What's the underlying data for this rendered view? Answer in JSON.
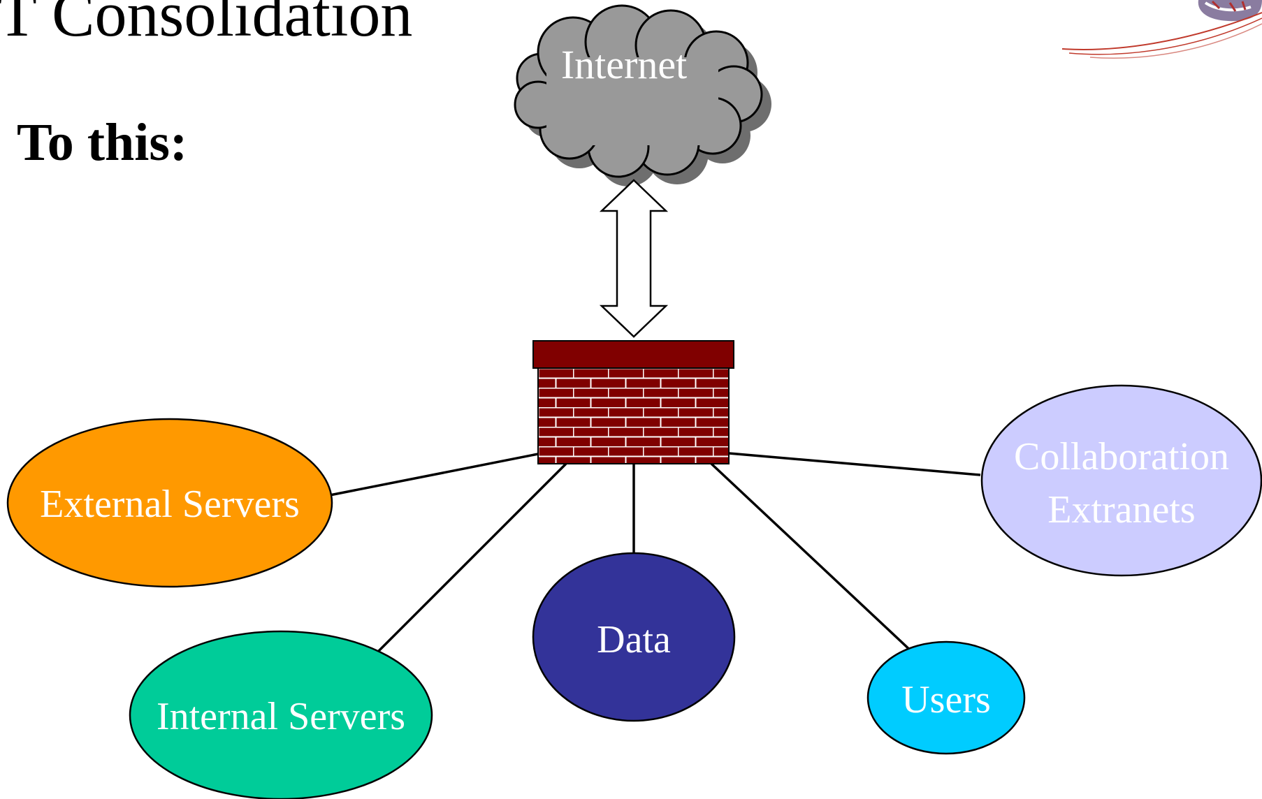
{
  "slide": {
    "title": "IT Consolidation",
    "subtitle": "To this:"
  },
  "diagram": {
    "internet": {
      "label": "Internet",
      "fill": "#999999"
    },
    "firewall": {
      "brick_color": "#800000",
      "mortar_color": "#ffffff"
    },
    "nodes": [
      {
        "id": "external-servers",
        "lines": [
          "External Servers"
        ],
        "fill": "#ff9900"
      },
      {
        "id": "internal-servers",
        "lines": [
          "Internal Servers"
        ],
        "fill": "#00cc99"
      },
      {
        "id": "data",
        "lines": [
          "Data"
        ],
        "fill": "#333399"
      },
      {
        "id": "users",
        "lines": [
          "Users"
        ],
        "fill": "#00ccff"
      },
      {
        "id": "collaboration-extranets",
        "lines": [
          "Collaboration",
          "Extranets"
        ],
        "fill": "#ccccff"
      }
    ],
    "edges": [
      {
        "from": "firewall",
        "to": "external-servers"
      },
      {
        "from": "firewall",
        "to": "internal-servers"
      },
      {
        "from": "firewall",
        "to": "data"
      },
      {
        "from": "firewall",
        "to": "users"
      },
      {
        "from": "firewall",
        "to": "collaboration-extranets"
      },
      {
        "from": "internet",
        "to": "firewall",
        "style": "double-arrow"
      }
    ]
  },
  "logo": {
    "icon": "globe-logo-icon"
  }
}
